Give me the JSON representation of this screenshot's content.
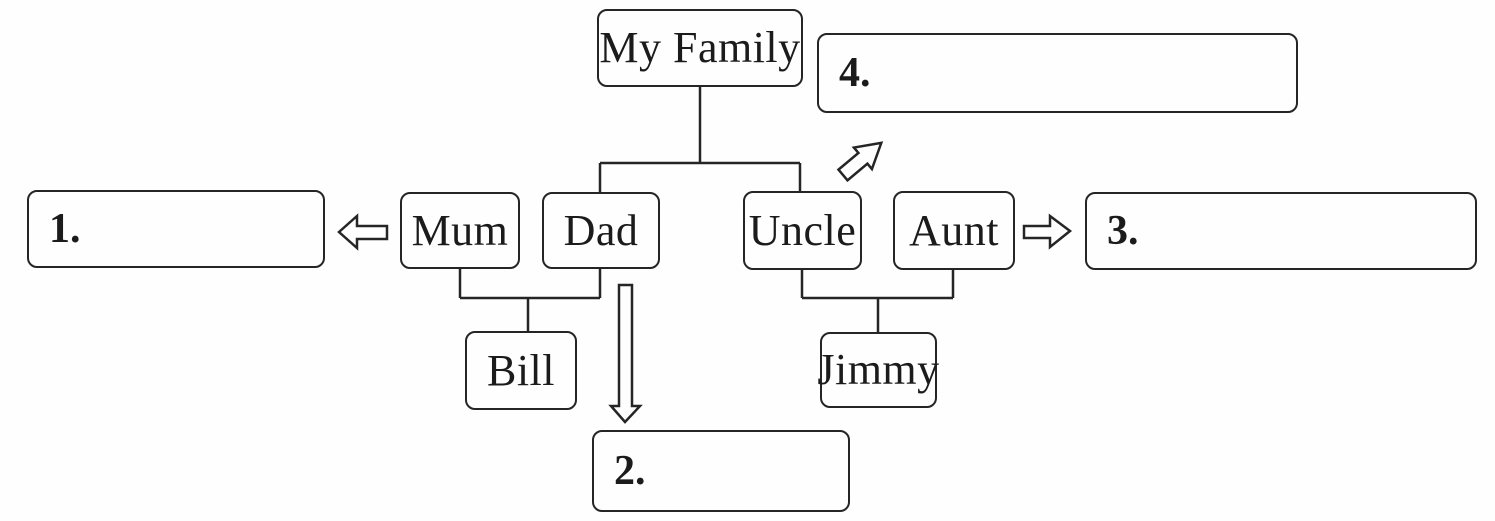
{
  "diagram": {
    "root": {
      "label": "My Family"
    },
    "members": {
      "mum": "Mum",
      "dad": "Dad",
      "uncle": "Uncle",
      "aunt": "Aunt",
      "bill": "Bill",
      "jimmy": "Jimmy"
    },
    "answers": [
      {
        "number": "1.",
        "value": ""
      },
      {
        "number": "2.",
        "value": ""
      },
      {
        "number": "3.",
        "value": ""
      },
      {
        "number": "4.",
        "value": ""
      }
    ],
    "colors": {
      "line": "#252525",
      "background": "#fefefe",
      "text": "#1b1b1b"
    }
  }
}
